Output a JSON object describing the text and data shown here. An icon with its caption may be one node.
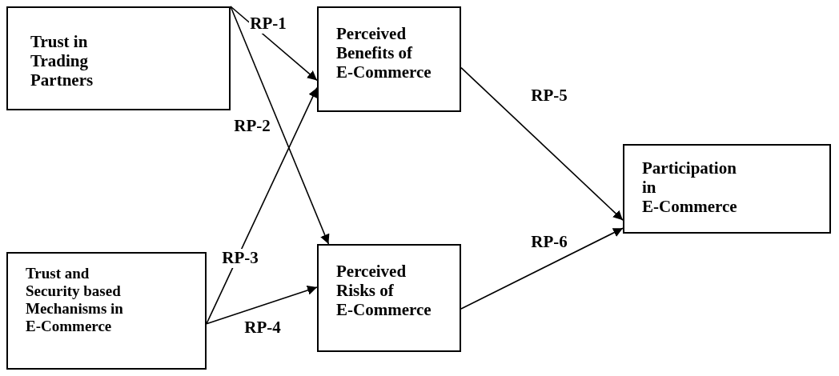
{
  "diagram": {
    "nodes": [
      {
        "text": [
          "Trust in Trading Partners"
        ]
      },
      {
        "text": [
          "Trust and Security based Mechanisms in E-Commerce"
        ]
      },
      {
        "text": [
          "Perceived Benefits of E-Commerce"
        ]
      },
      {
        "text": [
          "Perceived Risks of E-Commerce"
        ]
      },
      {
        "text": [
          "Participation in E-Commerce"
        ]
      }
    ],
    "edges": [
      {
        "from": 0,
        "to": 2,
        "arrow": "to",
        "label": "RP-1"
      },
      {
        "from": 0,
        "to": 3,
        "arrow": "to",
        "label": "RP-2"
      },
      {
        "from": 1,
        "to": 2,
        "arrow": "to",
        "label": "RP-3"
      },
      {
        "from": 1,
        "to": 3,
        "arrow": "to",
        "label": "RP-4"
      },
      {
        "from": 2,
        "to": 4,
        "arrow": "to",
        "label": "RP-5"
      },
      {
        "from": 3,
        "to": 4,
        "arrow": "to",
        "label": "RP-6"
      }
    ]
  }
}
